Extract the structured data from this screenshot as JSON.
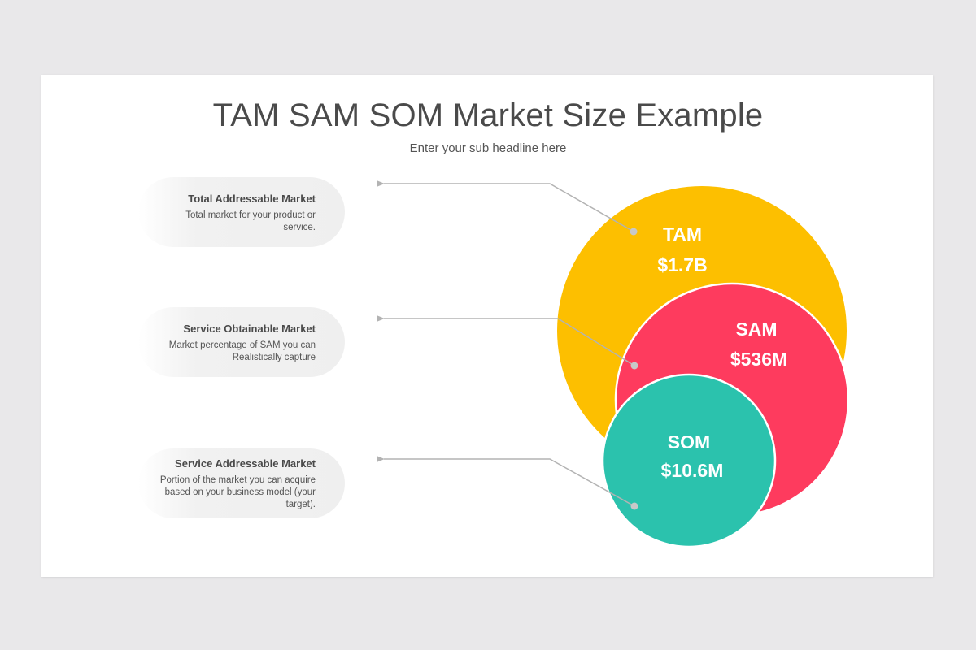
{
  "slide": {
    "title": "TAM SAM SOM Market Size Example",
    "subtitle": "Enter your sub headline here"
  },
  "items": [
    {
      "heading": "Total Addressable Market",
      "desc_lines": [
        "Total market for your product or",
        "service."
      ]
    },
    {
      "heading": "Service Obtainable Market",
      "desc_lines": [
        "Market percentage of SAM you can",
        "Realistically capture"
      ]
    },
    {
      "heading": "Service Addressable Market",
      "desc_lines": [
        "Portion of the market you can acquire",
        "based on your business model (your",
        "target)."
      ]
    }
  ],
  "circles": {
    "tam": {
      "name": "TAM",
      "value": "$1.7B",
      "color": "#fdbf00"
    },
    "sam": {
      "name": "SAM",
      "value": "$536M",
      "color": "#fe3b5e"
    },
    "som": {
      "name": "SOM",
      "value": "$10.6M",
      "color": "#2bc2ad"
    }
  },
  "colors": {
    "background": "#e9e8ea",
    "slide": "#ffffff",
    "connector": "#b3b3b3",
    "text_dark": "#4a4a4a"
  }
}
